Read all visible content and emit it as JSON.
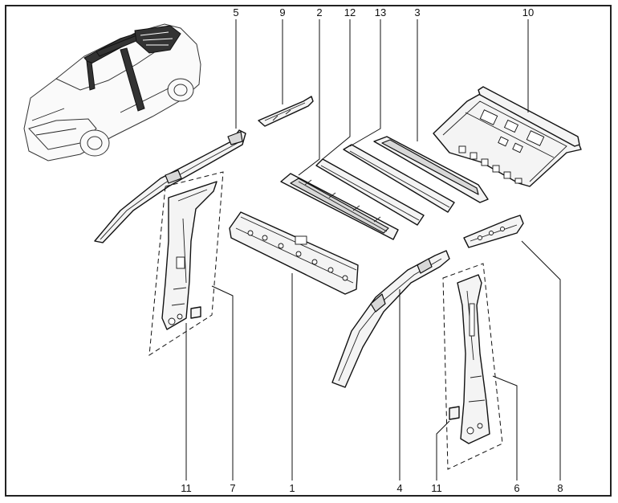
{
  "callouts": {
    "c5": "5",
    "c9": "9",
    "c2": "2",
    "c12": "12",
    "c13": "13",
    "c3": "3",
    "c10": "10",
    "c11a": "11",
    "c7": "7",
    "c1": "1",
    "c4": "4",
    "c11b": "11",
    "c6": "6",
    "c8": "8"
  },
  "colors": {
    "line": "#111111",
    "background": "#ffffff",
    "frame": "#222222"
  }
}
